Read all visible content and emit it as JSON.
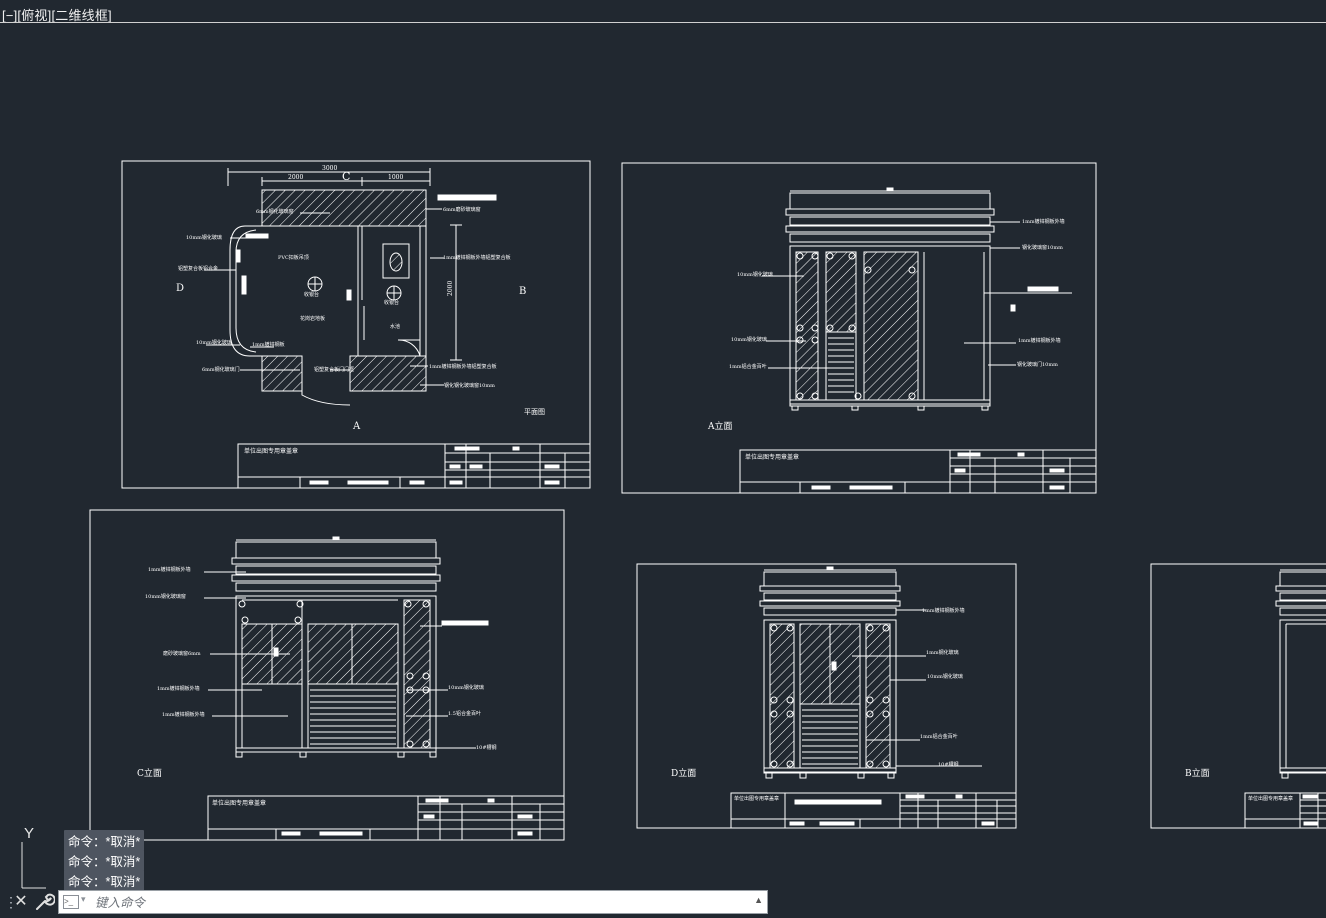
{
  "viewport": {
    "label": "[−][俯视][二维线框]"
  },
  "colors": {
    "background": "#212830",
    "lines": "#ffffff",
    "history_bg": "#4e5560"
  },
  "sheets": {
    "plan": {
      "title_label": "平面图",
      "section_label": "A",
      "side_left": "D",
      "side_right": "B",
      "top_label": "C",
      "dim_total": "3000",
      "dim_left": "2000",
      "dim_right": "1000",
      "dim_vertical": "2000",
      "room_labels": [
        "PVC扣板吊顶",
        "收银台",
        "花岗岩地板",
        "收银台",
        "水池"
      ],
      "notes": [
        "6mm钢化玻璃窗",
        "10mm钢化玻璃",
        "铝塑复合板铝合金",
        "10mm钢化玻璃",
        "6mm钢化玻璃门",
        "1mm镀锌钢板",
        "1mm镀锌钢板外墙铝塑复合板",
        "6mm磨砂玻璃窗",
        "1mm镀锌钢板外墙铝塑复合板",
        "铝塑复合板门门框",
        "1mm镀锌钢板外墙铝塑复合板",
        "钢化钢化玻璃窗10mm"
      ],
      "stamp_label": "单位出图专用章盖章"
    },
    "elev_a": {
      "caption": "A立面",
      "notes": [
        "1mm镀锌钢板外墙",
        "钢化玻璃窗10mm",
        "10mm钢化玻璃",
        "10mm钢化玻璃",
        "1mm铝合金百叶",
        "1mm镀锌钢板外墙",
        "钢化玻璃门10mm"
      ],
      "stamp_label": "单位出图专用章盖章"
    },
    "elev_c": {
      "caption": "C立面",
      "notes": [
        "1mm镀锌钢板外墙",
        "10mm钢化玻璃窗",
        "磨砂玻璃窗6mm",
        "1mm镀锌钢板外墙",
        "1mm镀锌钢板外墙",
        "10mm钢化玻璃",
        "1.5铝合金百叶",
        "10#槽钢"
      ],
      "stamp_label": "单位出图专用章盖章"
    },
    "elev_d": {
      "caption": "D立面",
      "notes": [
        "1mm镀锌钢板外墙",
        "1mm钢化玻璃",
        "10mm钢化玻璃",
        "1mm铝合金百叶",
        "10#槽钢"
      ],
      "stamp_label": "单位出图专用章盖章"
    },
    "elev_b": {
      "caption": "B立面",
      "stamp_label": "单位出图专用章盖章"
    }
  },
  "command_history": [
    "命令：*取消*",
    "命令：*取消*",
    "命令：*取消*"
  ],
  "command_line": {
    "placeholder": "键入命令"
  },
  "ucs": {
    "axis_label": "Y"
  }
}
